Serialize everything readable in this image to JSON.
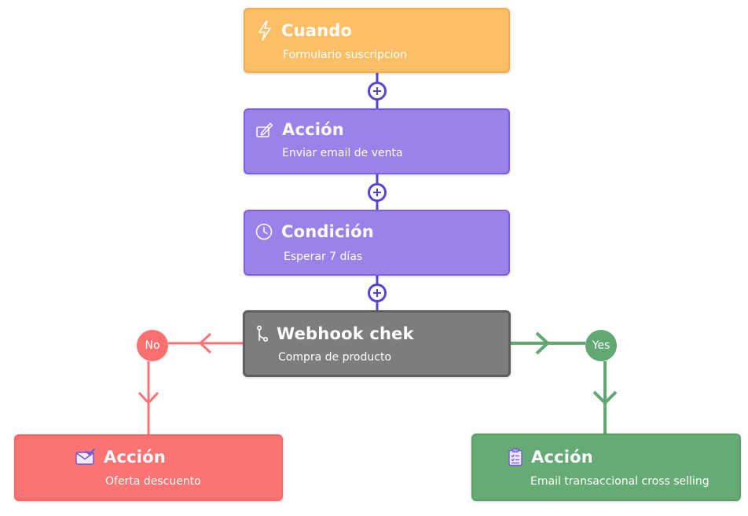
{
  "nodes": {
    "trigger": {
      "title": "Cuando",
      "subtitle": "Formulario suscripcion",
      "icon": "lightning-icon",
      "color": "#fdbf66"
    },
    "action_email": {
      "title": "Acción",
      "subtitle": "Enviar email de venta",
      "icon": "edit-icon",
      "color": "#9b82e8"
    },
    "condition": {
      "title": "Condición",
      "subtitle": "Esperar 7 días",
      "icon": "clock-icon",
      "color": "#9b82e8"
    },
    "webhook": {
      "title": "Webhook chek",
      "subtitle": "Compra de producto",
      "icon": "branch-icon",
      "color": "#7d7d7d"
    },
    "action_no": {
      "title": "Acción",
      "subtitle": "Oferta descuento",
      "icon": "mail-check-icon",
      "color": "#fb7373"
    },
    "action_yes": {
      "title": "Acción",
      "subtitle": "Email transaccional cross selling",
      "icon": "clipboard-list-icon",
      "color": "#66aa76"
    }
  },
  "branches": {
    "no_label": "No",
    "yes_label": "Yes",
    "no_color": "#fb6f6f",
    "yes_color": "#62a872"
  },
  "connector_color": "#5b40d4"
}
